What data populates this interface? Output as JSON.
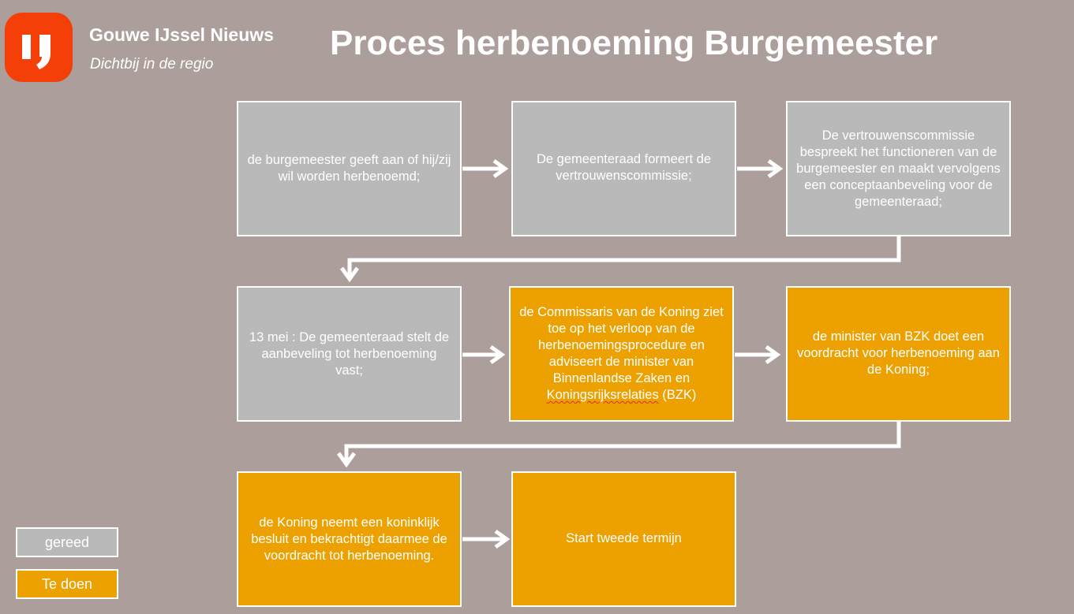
{
  "brand": {
    "logo_text": "IJ",
    "name": "Gouwe IJssel Nieuws",
    "tagline": "Dichtbij in de regio"
  },
  "title": "Proces herbenoeming Burgemeester",
  "steps": [
    {
      "text": "de burgemeester geeft aan of hij/zij wil worden herbenoemd;",
      "status": "gereed"
    },
    {
      "text": "De gemeenteraad formeert de vertrouwenscommissie;",
      "status": "gereed"
    },
    {
      "text": "De vertrouwenscommissie bespreekt het functioneren van de burgemeester en maakt vervolgens een conceptaanbeveling voor de gemeenteraad;",
      "status": "gereed"
    },
    {
      "text": "13 mei : De gemeenteraad stelt de aanbeveling tot herbenoeming vast;",
      "status": "gereed"
    },
    {
      "text_before": "de Commissaris van de Koning ziet toe op het verloop van de herbenoemingsprocedure en adviseert de  minister van Binnenlandse Zaken en",
      "text_marked": "Koningsrijksrelaties",
      "text_after": " (BZK)",
      "status": "te doen"
    },
    {
      "text": "de minister van BZK doet een voordracht voor herbenoeming aan de Koning;",
      "status": "te doen"
    },
    {
      "text": "de Koning neemt een koninklijk besluit en bekrachtigt daarmee de voordracht tot herbenoeming.",
      "status": "te doen"
    },
    {
      "text": "Start tweede termijn",
      "status": "te doen"
    }
  ],
  "legend": {
    "done": "gereed",
    "todo": "Te doen"
  },
  "colors": {
    "background": "#ab9e9b",
    "done": "#b9b9b9",
    "todo": "#eda100",
    "logo": "#f43f08"
  }
}
